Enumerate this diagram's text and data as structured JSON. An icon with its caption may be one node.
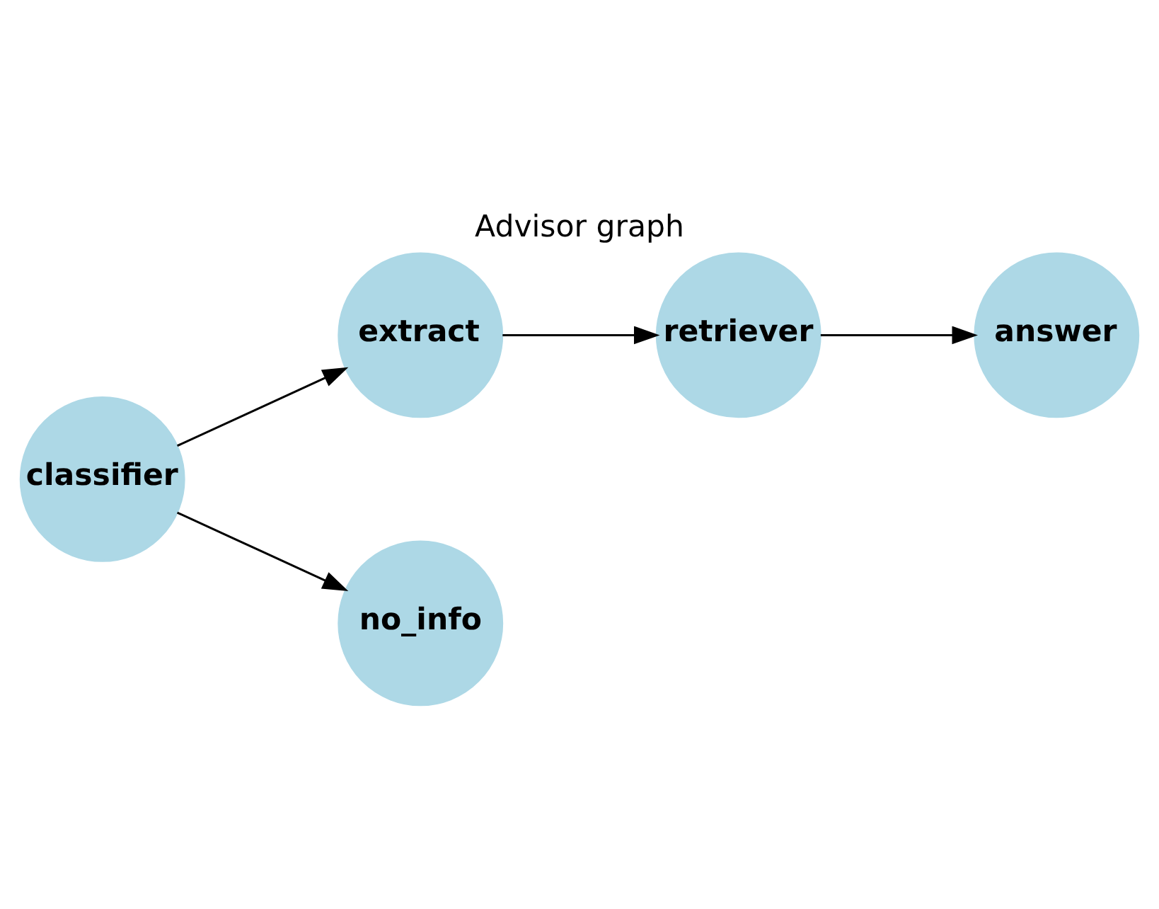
{
  "diagram": {
    "title": "Advisor graph",
    "nodes": [
      {
        "text": [
          "extract"
        ]
      },
      {
        "text": [
          "retriever"
        ]
      },
      {
        "text": [
          "answer"
        ]
      },
      {
        "text": [
          "classifier"
        ]
      },
      {
        "text": [
          "no_info"
        ]
      }
    ],
    "edges": [
      {
        "from": 0,
        "to": 1,
        "arrow": "to"
      },
      {
        "from": 1,
        "to": 2,
        "arrow": "to"
      },
      {
        "from": 3,
        "to": 0,
        "arrow": "to"
      },
      {
        "from": 3,
        "to": 4,
        "arrow": "to"
      }
    ]
  }
}
